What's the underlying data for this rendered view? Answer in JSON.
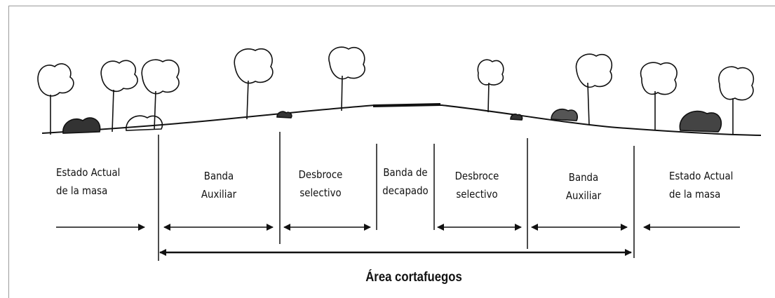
{
  "zones": [
    {
      "key": "left_current",
      "line1": "Estado Actual",
      "line2": "de la masa"
    },
    {
      "key": "left_auxiliary",
      "line1": "Banda",
      "line2": "Auxiliar"
    },
    {
      "key": "left_selective",
      "line1": "Desbroce",
      "line2": "selectivo"
    },
    {
      "key": "stripping",
      "line1": "Banda de",
      "line2": "decapado"
    },
    {
      "key": "right_selective",
      "line1": "Desbroce",
      "line2": "selectivo"
    },
    {
      "key": "right_auxiliary",
      "line1": "Banda",
      "line2": "Auxiliar"
    },
    {
      "key": "right_current",
      "line1": "Estado Actual",
      "line2": "de la masa"
    }
  ],
  "total_area_label": "Área cortafuegos",
  "colors": {
    "ink": "#111111",
    "frame": "#9a9a9a"
  }
}
